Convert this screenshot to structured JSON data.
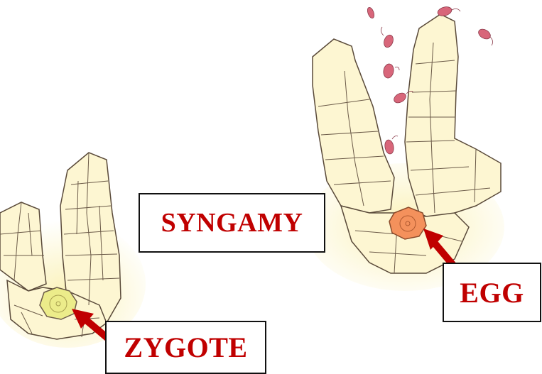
{
  "labels": {
    "syngamy": "SYNGAMY",
    "egg": "EGG",
    "zygote": "ZYGOTE"
  },
  "colors": {
    "label_text": "#c00000",
    "arrow": "#c00000",
    "tissue_fill": "#fdf6d2",
    "tissue_glow": "#faf0b0",
    "cell_wall": "#5a4a3a",
    "egg_fill": "#f4915c",
    "zygote_fill": "#ecec8a",
    "sperm": "#d8667a"
  }
}
